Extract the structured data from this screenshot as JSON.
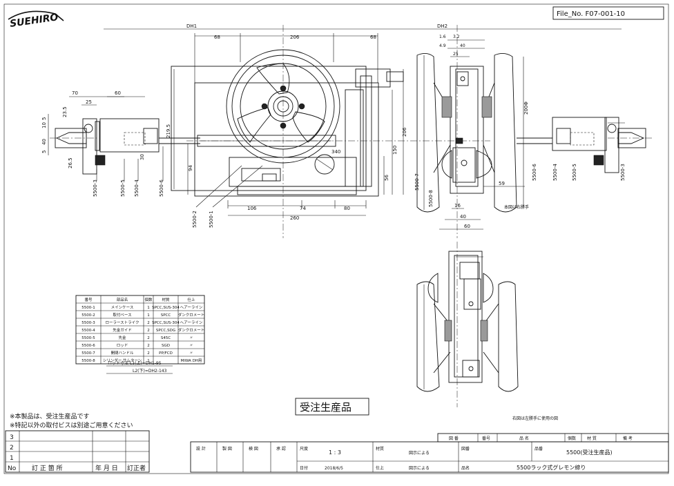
{
  "header": {
    "logo_text": "SUEHIRO",
    "file_no": "File_No. F07-001-10",
    "dh1": "DH1",
    "dh2": "DH2"
  },
  "dimensions": {
    "top": [
      "68",
      "206",
      "68"
    ],
    "bottom": [
      "106",
      "74",
      "80"
    ],
    "total_bottom": "260",
    "left_70": "70",
    "left_60": "60",
    "left_25": "25",
    "left_23_5": "23.5",
    "left_10": "10",
    "left_5a": "5",
    "left_40": "40",
    "left_5b": "5",
    "left_26_5": "26.5",
    "d_30": "30",
    "d_219_5": "219.5",
    "d_94": "94",
    "d_56": "56",
    "d_150": "150",
    "d_206": "206",
    "d_340": "340",
    "r_1_6": "1.6",
    "r_3_2": "3.2",
    "r_4_9": "4.9",
    "r_40": "40",
    "r_25": "25",
    "r_200": "200Φ",
    "r_59": "59",
    "r_16": "16",
    "r_40b": "40",
    "r_60": "60"
  },
  "callouts": {
    "left": [
      "5500-3",
      "5500-5",
      "5500-4",
      "5500-6",
      "5500-2",
      "5500-1"
    ],
    "right_mid": [
      "5500-7",
      "5500-8"
    ],
    "right": [
      "5500-6",
      "5500-4",
      "5500-5",
      "5500-3"
    ]
  },
  "notes": {
    "right_hand": "本図は右勝手",
    "left_hand": "右図は左勝手に使用の図",
    "product_note_1": "※本製品は、受注生産品です",
    "product_note_2": "※特記以外の取付ビスは別途ご用意ください",
    "stamp": "受注生産品",
    "rod_dim_1": "ロッド寸法 L1(上)=DH1-95",
    "rod_dim_2": "L2(下)=DH2-143"
  },
  "parts_table": {
    "headers": [
      "番号",
      "部品名",
      "個数",
      "材質",
      "仕上"
    ],
    "rows": [
      [
        "5500-1",
        "メインケース",
        "1",
        "SPCC,SUS-304",
        "ヘアーライン"
      ],
      [
        "5500-2",
        "取付ベース",
        "1",
        "SPCC",
        "ダンクロメート"
      ],
      [
        "5500-3",
        "ローラーストライク",
        "2",
        "SPCC,SUS-304",
        "ヘアーライン"
      ],
      [
        "5500-4",
        "先金ガイド",
        "2",
        "SPCC,SDG",
        "ダンクロメート"
      ],
      [
        "5500-5",
        "先金",
        "2",
        "S45C",
        "〃"
      ],
      [
        "5500-6",
        "ロッド",
        "2",
        "SGD",
        "〃"
      ],
      [
        "5500-7",
        "開閉ハンドル",
        "2",
        "PP/FCD",
        "〃"
      ],
      [
        "5500-8",
        "シリンダー,サムターン",
        "1",
        "",
        "MIWA DH用"
      ]
    ]
  },
  "revision_table": {
    "rows": [
      "3",
      "2",
      "1"
    ],
    "footer": [
      "No",
      "訂 正 箇 所",
      "年 月 日",
      "訂正者"
    ]
  },
  "title_block": {
    "upper_headers": [
      "図 番",
      "番号",
      "品 名",
      "個数",
      "材 質",
      "備 考"
    ],
    "approvals": [
      "設 計",
      "製 図",
      "検 図",
      "承 認"
    ],
    "scale_label": "尺度",
    "scale_value": "1 : 3",
    "material_label": "材質",
    "material_value": "図示による",
    "drawing_no_label": "図番",
    "product_no_label": "品番",
    "product_no_value": "5500(受注生産品)",
    "date_label": "日付",
    "date_value": "2018/6/5",
    "finish_label": "仕上",
    "finish_value": "図示による",
    "name_label": "品名",
    "name_value": "5500ラック式グレモン締り"
  }
}
